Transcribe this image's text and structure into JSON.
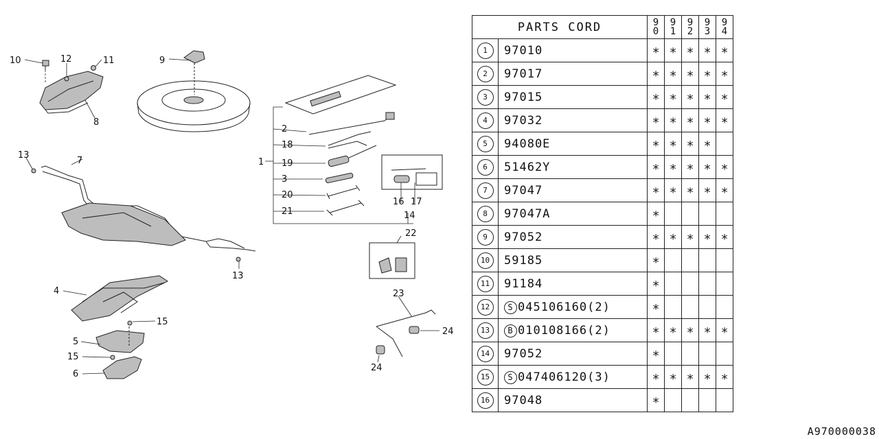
{
  "diagram": {
    "callouts": {
      "c1": "1",
      "c2": "2",
      "c3": "3",
      "c4": "4",
      "c5": "5",
      "c6": "6",
      "c7": "7",
      "c8": "8",
      "c9": "9",
      "c10": "10",
      "c11": "11",
      "c12": "12",
      "c13a": "13",
      "c13b": "13",
      "c14": "14",
      "c15a": "15",
      "c15b": "15",
      "c16": "16",
      "c17": "17",
      "c18": "18",
      "c19": "19",
      "c20": "20",
      "c21": "21",
      "c22": "22",
      "c23": "23",
      "c24a": "24",
      "c24b": "24"
    }
  },
  "table": {
    "title": "PARTS CORD",
    "years": [
      {
        "top": "9",
        "bottom": "0"
      },
      {
        "top": "9",
        "bottom": "1"
      },
      {
        "top": "9",
        "bottom": "2"
      },
      {
        "top": "9",
        "bottom": "3"
      },
      {
        "top": "9",
        "bottom": "4"
      }
    ],
    "mark": "∗",
    "rows": [
      {
        "num": "1",
        "prefix": "",
        "code": "97010",
        "marks": [
          1,
          1,
          1,
          1,
          1
        ]
      },
      {
        "num": "2",
        "prefix": "",
        "code": "97017",
        "marks": [
          1,
          1,
          1,
          1,
          1
        ]
      },
      {
        "num": "3",
        "prefix": "",
        "code": "97015",
        "marks": [
          1,
          1,
          1,
          1,
          1
        ]
      },
      {
        "num": "4",
        "prefix": "",
        "code": "97032",
        "marks": [
          1,
          1,
          1,
          1,
          1
        ]
      },
      {
        "num": "5",
        "prefix": "",
        "code": "94080E",
        "marks": [
          1,
          1,
          1,
          1,
          0
        ]
      },
      {
        "num": "6",
        "prefix": "",
        "code": "51462Y",
        "marks": [
          1,
          1,
          1,
          1,
          1
        ]
      },
      {
        "num": "7",
        "prefix": "",
        "code": "97047",
        "marks": [
          1,
          1,
          1,
          1,
          1
        ]
      },
      {
        "num": "8",
        "prefix": "",
        "code": "97047A",
        "marks": [
          1,
          0,
          0,
          0,
          0
        ]
      },
      {
        "num": "9",
        "prefix": "",
        "code": "97052",
        "marks": [
          1,
          1,
          1,
          1,
          1
        ]
      },
      {
        "num": "10",
        "prefix": "",
        "code": "59185",
        "marks": [
          1,
          0,
          0,
          0,
          0
        ]
      },
      {
        "num": "11",
        "prefix": "",
        "code": "91184",
        "marks": [
          1,
          0,
          0,
          0,
          0
        ]
      },
      {
        "num": "12",
        "prefix": "S",
        "code": "045106160(2)",
        "marks": [
          1,
          0,
          0,
          0,
          0
        ]
      },
      {
        "num": "13",
        "prefix": "B",
        "code": "010108166(2)",
        "marks": [
          1,
          1,
          1,
          1,
          1
        ]
      },
      {
        "num": "14",
        "prefix": "",
        "code": "97052",
        "marks": [
          1,
          0,
          0,
          0,
          0
        ]
      },
      {
        "num": "15",
        "prefix": "S",
        "code": "047406120(3)",
        "marks": [
          1,
          1,
          1,
          1,
          1
        ]
      },
      {
        "num": "16",
        "prefix": "",
        "code": "97048",
        "marks": [
          1,
          0,
          0,
          0,
          0
        ]
      }
    ]
  },
  "doc_id": "A970000038"
}
